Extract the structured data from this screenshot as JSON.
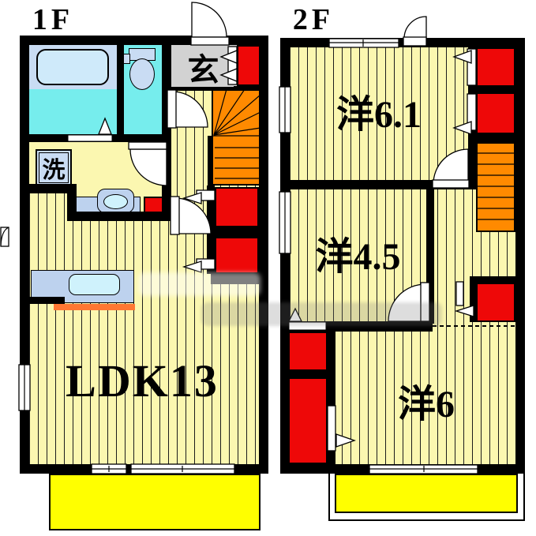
{
  "floor1": {
    "label": "1F",
    "entrance_label": "玄",
    "laundry_label": "洗",
    "ldk_label": "LDK13"
  },
  "floor2": {
    "label": "2F",
    "room_top_label": "洋6.1",
    "room_mid_label": "洋4.5",
    "room_bottom_label": "洋6"
  },
  "colors": {
    "floor_yellow": "#FBF7B0",
    "terrace_yellow": "#FFFF00",
    "closet_red": "#EE0808",
    "stairs_orange": "#FF8A00",
    "bath_cyan": "#76EDED",
    "fixture_blue": "#C9DCF3",
    "sink_highlight": "#CFF2FC",
    "counter_orange": "#FF7733",
    "entrance_gray": "#D2D2D2",
    "wall_black": "#000000"
  }
}
